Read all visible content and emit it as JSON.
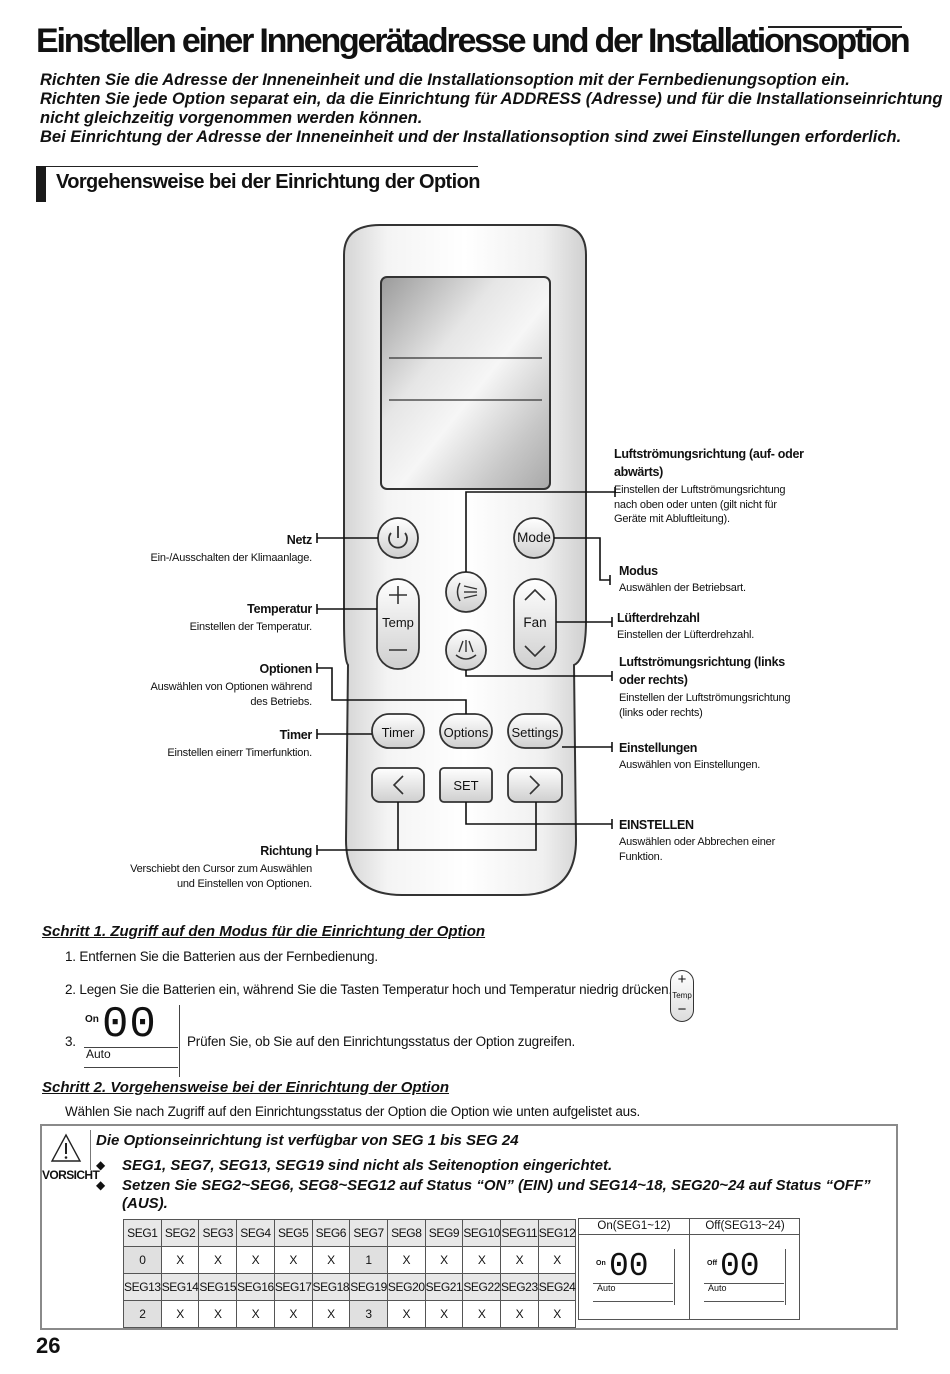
{
  "title": "Einstellen einer Innengerätadresse und der Installationsoption",
  "intro": [
    "Richten Sie die Adresse der Inneneinheit und die Installationsoption mit der Fernbedienungsoption ein.",
    "Richten Sie jede Option separat ein, da die Einrichtung für ADDRESS (Adresse) und für die Installationseinrichtung",
    "nicht gleichzeitig vorgenommen werden können.",
    "Bei Einrichtung der Adresse der Inneneinheit und der Installationsoption sind zwei Einstellungen erforderlich."
  ],
  "section_title": "Vorgehensweise bei der Einrichtung der Option",
  "remote": {
    "buttons": {
      "mode": "Mode",
      "temp": "Temp",
      "fan": "Fan",
      "timer": "Timer",
      "options": "Options",
      "settings": "Settings",
      "set": "SET"
    },
    "icons": [
      "power-icon",
      "vertical-swing-icon",
      "horizontal-swing-icon",
      "plus-icon",
      "minus-icon",
      "chevron-up-icon",
      "chevron-down-icon",
      "chevron-left-icon",
      "chevron-right-icon"
    ]
  },
  "labels": {
    "netz": {
      "head": "Netz",
      "desc": [
        "Ein-/Ausschalten der Klimaanlage."
      ]
    },
    "temperatur": {
      "head": "Temperatur",
      "desc": [
        "Einstellen der Temperatur."
      ]
    },
    "optionen": {
      "head": "Optionen",
      "desc": [
        "Auswählen von Optionen während",
        "des Betriebs."
      ]
    },
    "timer": {
      "head": "Timer",
      "desc": [
        "Einstellen einerr Timerfunktion."
      ]
    },
    "richtung": {
      "head": "Richtung",
      "desc": [
        "Verschiebt den Cursor zum Auswählen",
        "und Einstellen von Optionen."
      ]
    },
    "luft_v": {
      "head": [
        "Luftströmungsrichtung (auf- oder",
        "abwärts)"
      ],
      "desc": [
        "Einstellen der Luftströmungsrichtung",
        "nach oben oder unten (gilt nicht für",
        "Geräte mit Abluftleitung)."
      ]
    },
    "modus": {
      "head": "Modus",
      "desc": [
        "Auswählen der Betriebsart."
      ]
    },
    "luefter": {
      "head": "Lüfterdrehzahl",
      "desc": [
        "Einstellen der Lüfterdrehzahl."
      ]
    },
    "luft_h": {
      "head": [
        "Luftströmungsrichtung (links",
        "oder rechts)"
      ],
      "desc": [
        "Einstellen der Luftströmungsrichtung",
        "(links oder rechts)"
      ]
    },
    "einstellungen": {
      "head": "Einstellungen",
      "desc": [
        "Auswählen von Einstellungen."
      ]
    },
    "einstellen": {
      "head": "EINSTELLEN",
      "desc": [
        "Auswählen oder Abbrechen einer",
        "Funktion."
      ]
    }
  },
  "step1": {
    "heading": "Schritt 1. Zugriff auf den Modus für die Einrichtung der Option",
    "items": [
      "1. Entfernen Sie die Batterien aus der Fernbedienung.",
      "2. Legen Sie die Batterien ein, während Sie die Tasten Temperatur hoch und Temperatur niedrig drücken.",
      "Prüfen Sie, ob Sie auf den Einrichtungsstatus der Option zugreifen."
    ],
    "item3_num": "3.",
    "temp_icon_label": "Temp",
    "display": {
      "on": "On",
      "digits": "00",
      "auto": "Auto"
    }
  },
  "step2": {
    "heading": "Schritt 2. Vorgehensweise bei der Einrichtung der Option",
    "text": "Wählen Sie nach Zugriff auf den Einrichtungsstatus der Option die Option wie unten aufgelistet aus."
  },
  "caution": {
    "label": "VORSICHT",
    "title": "Die Optionseinrichtung ist verfügbar von SEG 1 bis SEG 24",
    "bullets": [
      "SEG1, SEG7, SEG13, SEG19 sind nicht als Seitenoption eingerichtet.",
      "Setzen Sie SEG2~SEG6, SEG8~SEG12 auf Status “ON” (EIN) und SEG14~18, SEG20~24 auf Status “OFF”",
      "(AUS)."
    ],
    "table": {
      "row1": [
        "SEG1",
        "SEG2",
        "SEG3",
        "SEG4",
        "SEG5",
        "SEG6",
        "SEG7",
        "SEG8",
        "SEG9",
        "SEG10",
        "SEG11",
        "SEG12"
      ],
      "row2": [
        "0",
        "X",
        "X",
        "X",
        "X",
        "X",
        "1",
        "X",
        "X",
        "X",
        "X",
        "X"
      ],
      "row3": [
        "SEG13",
        "SEG14",
        "SEG15",
        "SEG16",
        "SEG17",
        "SEG18",
        "SEG19",
        "SEG20",
        "SEG21",
        "SEG22",
        "SEG23",
        "SEG24"
      ],
      "row4": [
        "2",
        "X",
        "X",
        "X",
        "X",
        "X",
        "3",
        "X",
        "X",
        "X",
        "X",
        "X"
      ]
    },
    "on_panel": {
      "title": "On(SEG1~12)",
      "tag": "On",
      "digits": "00",
      "auto": "Auto"
    },
    "off_panel": {
      "title": "Off(SEG13~24)",
      "tag": "Off",
      "digits": "00",
      "auto": "Auto"
    }
  },
  "page_number": "26"
}
